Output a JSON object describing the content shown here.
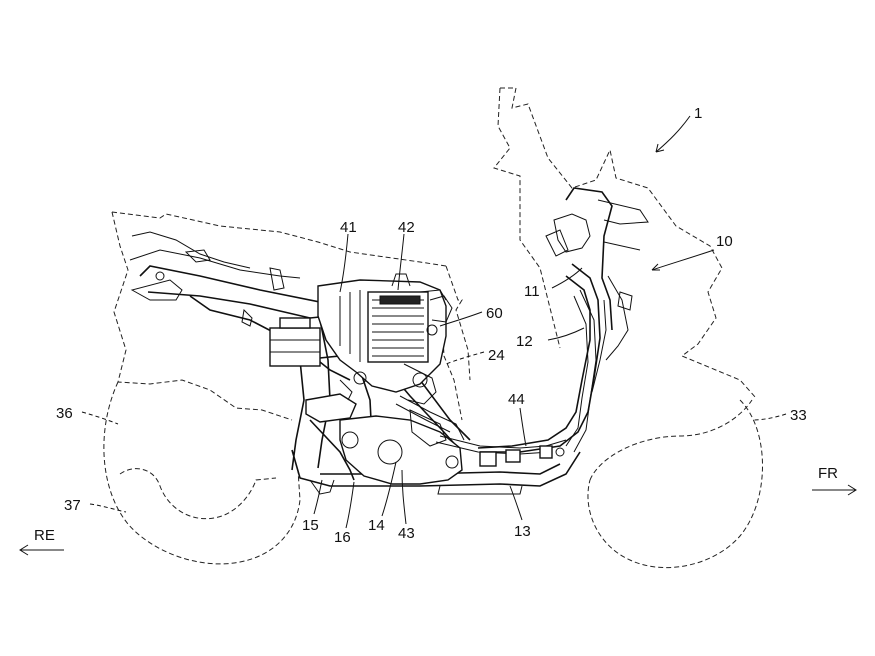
{
  "labels": {
    "l1": "1",
    "l10": "10",
    "l11": "11",
    "l12": "12",
    "l13": "13",
    "l14": "14",
    "l15": "15",
    "l16": "16",
    "l24": "24",
    "l33": "33",
    "l36": "36",
    "l37": "37",
    "l41": "41",
    "l42": "42",
    "l43": "43",
    "l44": "44",
    "l60": "60"
  },
  "directions": {
    "front": "FR",
    "rear": "RE"
  }
}
